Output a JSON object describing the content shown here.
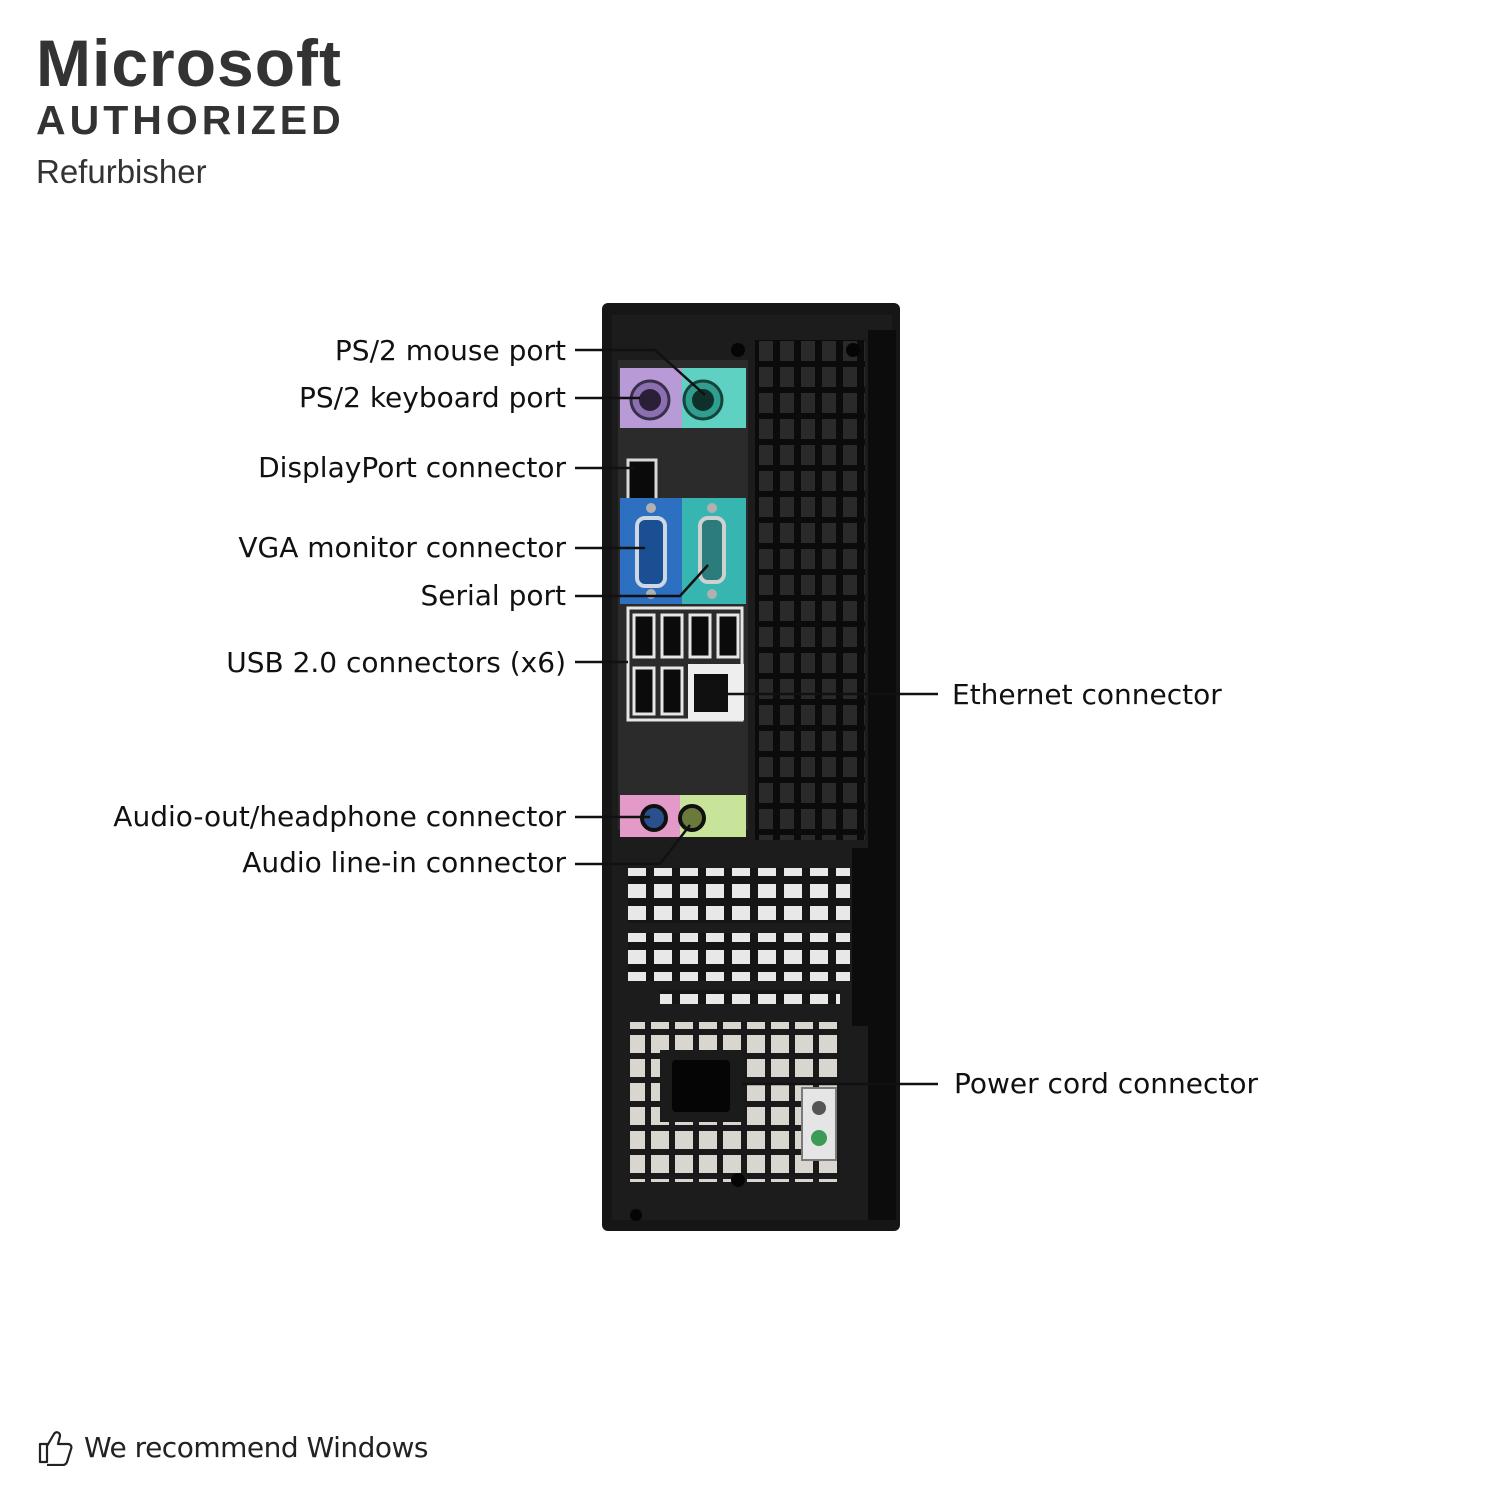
{
  "badge": {
    "brand": "Microsoft",
    "authorized": "AUTHORIZED",
    "refurbisher": "Refurbisher"
  },
  "callouts": {
    "ps2_mouse": "PS/2 mouse port",
    "ps2_keyboard": "PS/2 keyboard port",
    "displayport": "DisplayPort connector",
    "vga": "VGA monitor connector",
    "serial": "Serial port",
    "usb": "USB 2.0 connectors (x6)",
    "ethernet": "Ethernet connector",
    "audio_out": "Audio-out/headphone connector",
    "audio_in": "Audio line-in connector",
    "power": "Power cord connector"
  },
  "footer": {
    "text": "We recommend Windows",
    "icon": "thumbs-up-icon"
  },
  "colors": {
    "case": "#141414",
    "ps2_mouse_bg": "#5fd1c2",
    "ps2_keyboard_bg": "#b79ad6",
    "vga_bg": "#2d6fc0",
    "serial_bg": "#37b5b0",
    "audio_out_bg": "#e49ac9",
    "audio_in_bg": "#c8e39a"
  }
}
